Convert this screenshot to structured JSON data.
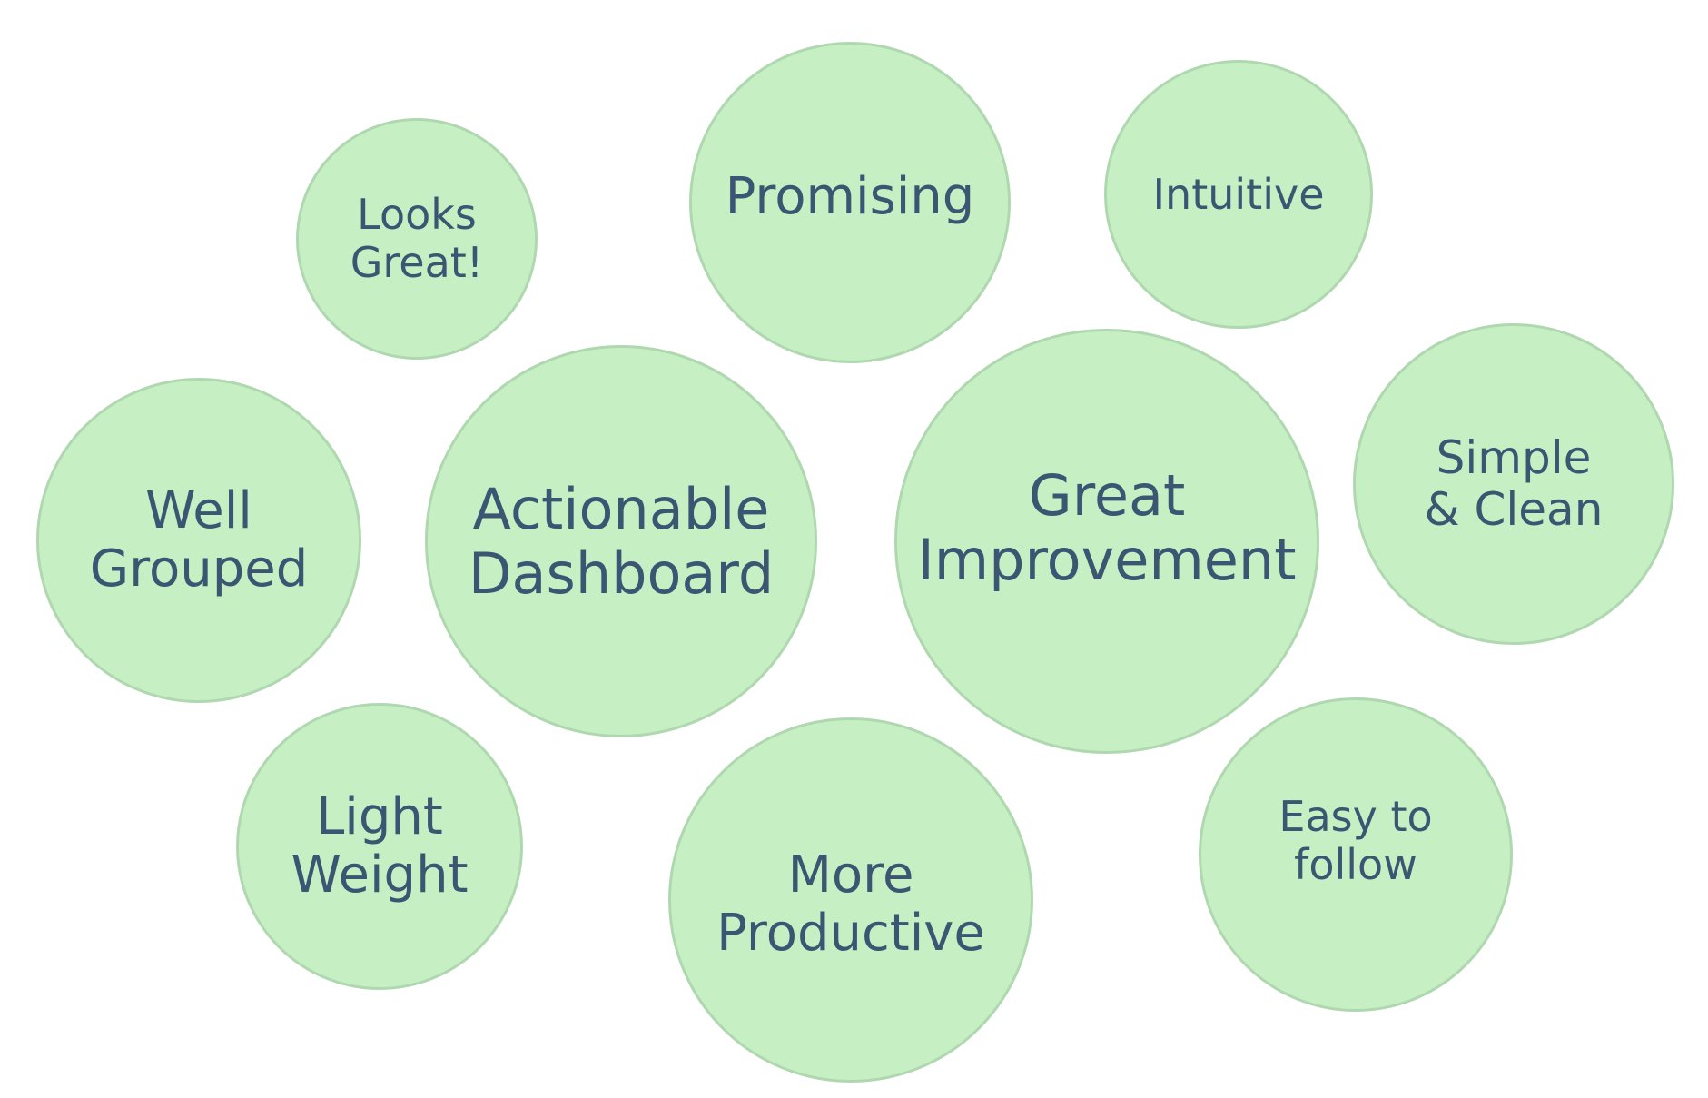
{
  "bubbles": {
    "looks_great": {
      "line1": "Looks",
      "line2": "Great!"
    },
    "promising": {
      "line1": "Promising"
    },
    "intuitive": {
      "line1": "Intuitive"
    },
    "well_grouped": {
      "line1": "Well",
      "line2": "Grouped"
    },
    "actionable_dashboard": {
      "line1": "Actionable",
      "line2": "Dashboard"
    },
    "great_improvement": {
      "line1": "Great",
      "line2": "Improvement"
    },
    "simple_clean": {
      "line1": "Simple",
      "line2": "& Clean"
    },
    "light_weight": {
      "line1": "Light",
      "line2": "Weight"
    },
    "more_productive": {
      "line1": "More",
      "line2": "Productive"
    },
    "easy_to_follow": {
      "line1": "Easy to",
      "line2": "follow"
    }
  },
  "colors": {
    "bubble_fill": "#c6f0c3",
    "bubble_border": "#b0d8b0",
    "text": "#3b5673"
  }
}
